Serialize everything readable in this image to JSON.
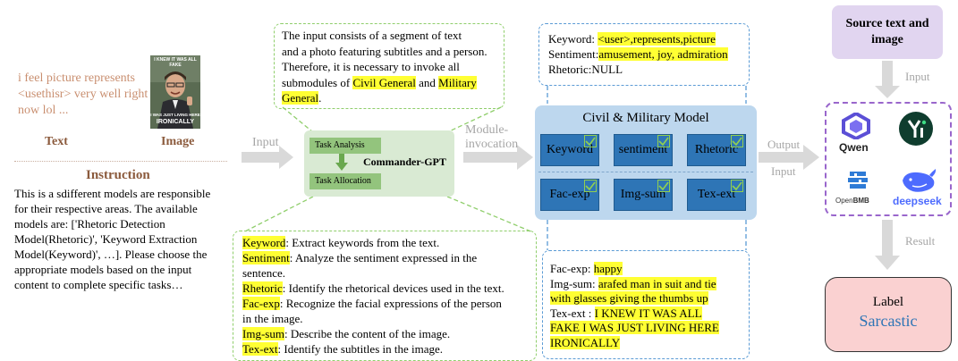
{
  "input_side": {
    "sample_text": [
      "i feel picture represents",
      "<usethisr> very well right",
      "now lol ..."
    ],
    "meme_top": "I KNEW IT WAS ALL FAKE",
    "meme_bottom_1": "I WAS JUST LIVING HERE",
    "meme_bottom_2": "IRONICALLY",
    "text_label": "Text",
    "image_label": "Image",
    "instruction_title": "Instruction",
    "instruction_lines": [
      "This is a sdifferent models are responsible",
      "for their respective areas. The available",
      "models are: ['Rhetoric Detection",
      "Model(Rhetoric)', 'Keyword Extraction",
      "Model(Keyword)', …]. Please choose the",
      "appropriate models based on the input",
      "content to complete specific tasks…"
    ]
  },
  "commander": {
    "task_analysis": "Task Analysis",
    "task_allocation": "Task Allocation",
    "name": "Commander-GPT",
    "input_arrow_label": "Input"
  },
  "top_note": {
    "lines": [
      "The input consists of a segment of text",
      "and a photo featuring subtitles and a person.",
      "Therefore, it is necessary to invoke all"
    ],
    "line4_prefix": "submodules of ",
    "hl_civil": "Civil General",
    "and_text": " and ",
    "hl_military_1": "Military",
    "hl_military_2": "General",
    "period": "."
  },
  "definitions": [
    {
      "term": "Keyword",
      "desc_lines": [
        ": Extract keywords from the text."
      ]
    },
    {
      "term": "Sentiment",
      "desc_lines": [
        ": Analyze the sentiment expressed in the",
        "sentence."
      ]
    },
    {
      "term": "Rhetoric",
      "desc_lines": [
        ": Identify the rhetorical devices used in the text."
      ]
    },
    {
      "term": "Fac-exp",
      "desc_lines": [
        ": Recognize the facial expressions of the person",
        "in the image."
      ]
    },
    {
      "term": "Img-sum",
      "desc_lines": [
        ": Describe the content of the image."
      ]
    },
    {
      "term": "Tex-ext",
      "desc_lines": [
        ": Identify the subtitles in the image."
      ]
    }
  ],
  "module_invocation": {
    "line1": "Module-",
    "line2": "invocation"
  },
  "civil_military": {
    "title": "Civil & Military Model",
    "modules_top": [
      "Keyword",
      "sentiment",
      "Rhetoric"
    ],
    "modules_bottom": [
      "Fac-exp",
      "Img-sum",
      "Tex-ext"
    ]
  },
  "top_right_note": {
    "keyword_label": "Keyword: ",
    "keyword_value": "<user>,represents,picture",
    "sentiment_label": "Sentiment:",
    "sentiment_value": "amusement, joy, admiration",
    "rhetoric_line": "Rhetoric:NULL"
  },
  "bottom_right_note": {
    "fac_label": "Fac-exp: ",
    "fac_value": "happy",
    "img_label": "Img-sum: ",
    "img_value_1": "arafed man in suit and tie",
    "img_value_2": "with glasses giving the thumbs up",
    "tex_label": "Tex-ext : ",
    "tex_value_1": "I KNEW IT WAS ALL",
    "tex_value_2": "FAKE I WAS JUST LIVING HERE",
    "tex_value_3": "IRONICALLY"
  },
  "output_arrows": {
    "output": "Output",
    "input": "Input"
  },
  "right_column": {
    "source_line1": "Source text and",
    "source_line2": "image",
    "input_label": "Input",
    "result_label": "Result",
    "label_title": "Label",
    "label_value": "Sarcastic"
  },
  "llm_logos": {
    "qwen": "Qwen",
    "openbmb_1": "Open",
    "openbmb_2": "BMB",
    "deepseek": "deepseek"
  },
  "colors": {
    "highlight": "#ffff33",
    "commander_green": "#d9ead3",
    "module_blue": "#2e75b6",
    "panel_blue": "#bdd7ee",
    "source_purple": "#e1d5f0",
    "label_pink": "#fad1d1",
    "sarcastic_blue": "#2e75b6",
    "text_brown": "#8b5a3c",
    "sample_orange": "#c98f70"
  }
}
